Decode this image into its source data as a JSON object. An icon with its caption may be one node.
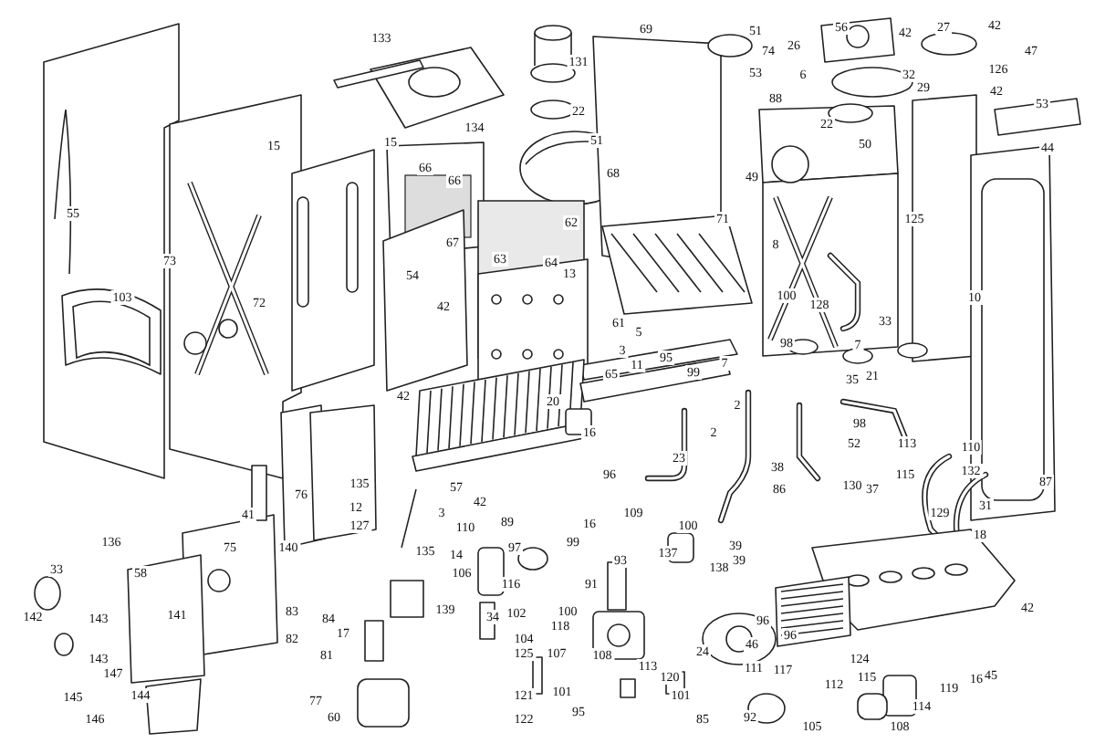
{
  "diagram": {
    "labels": [
      "133",
      "131",
      "69",
      "51",
      "26",
      "56",
      "42",
      "27",
      "42",
      "74",
      "47",
      "22",
      "53",
      "6",
      "32",
      "126",
      "15",
      "15",
      "134",
      "29",
      "42",
      "51",
      "88",
      "53",
      "66",
      "66",
      "22",
      "50",
      "44",
      "68",
      "55",
      "49",
      "73",
      "62",
      "67",
      "71",
      "125",
      "63",
      "64",
      "13",
      "8",
      "54",
      "72",
      "100",
      "10",
      "128",
      "103",
      "42",
      "61",
      "33",
      "5",
      "3",
      "98",
      "7",
      "11",
      "65",
      "95",
      "99",
      "7",
      "21",
      "2",
      "35",
      "42",
      "20",
      "16",
      "2",
      "23",
      "52",
      "113",
      "110",
      "38",
      "98",
      "132",
      "87",
      "86",
      "130",
      "37",
      "115",
      "31",
      "129",
      "96",
      "57",
      "135",
      "3",
      "76",
      "42",
      "110",
      "89",
      "16",
      "41",
      "12",
      "99",
      "109",
      "127",
      "135",
      "136",
      "100",
      "18",
      "75",
      "58",
      "14",
      "97",
      "39",
      "33",
      "106",
      "140",
      "93",
      "137",
      "138",
      "39",
      "116",
      "91",
      "142",
      "143",
      "141",
      "83",
      "84",
      "139",
      "34",
      "102",
      "100",
      "96",
      "118",
      "17",
      "82",
      "42",
      "104",
      "107",
      "108",
      "96",
      "46",
      "81",
      "125",
      "143",
      "24",
      "113",
      "92",
      "124",
      "147",
      "115",
      "111",
      "117",
      "16",
      "45",
      "145",
      "144",
      "120",
      "121",
      "77",
      "101",
      "101",
      "119",
      "112",
      "114",
      "146",
      "60",
      "122",
      "95",
      "85",
      "105",
      "108"
    ]
  }
}
